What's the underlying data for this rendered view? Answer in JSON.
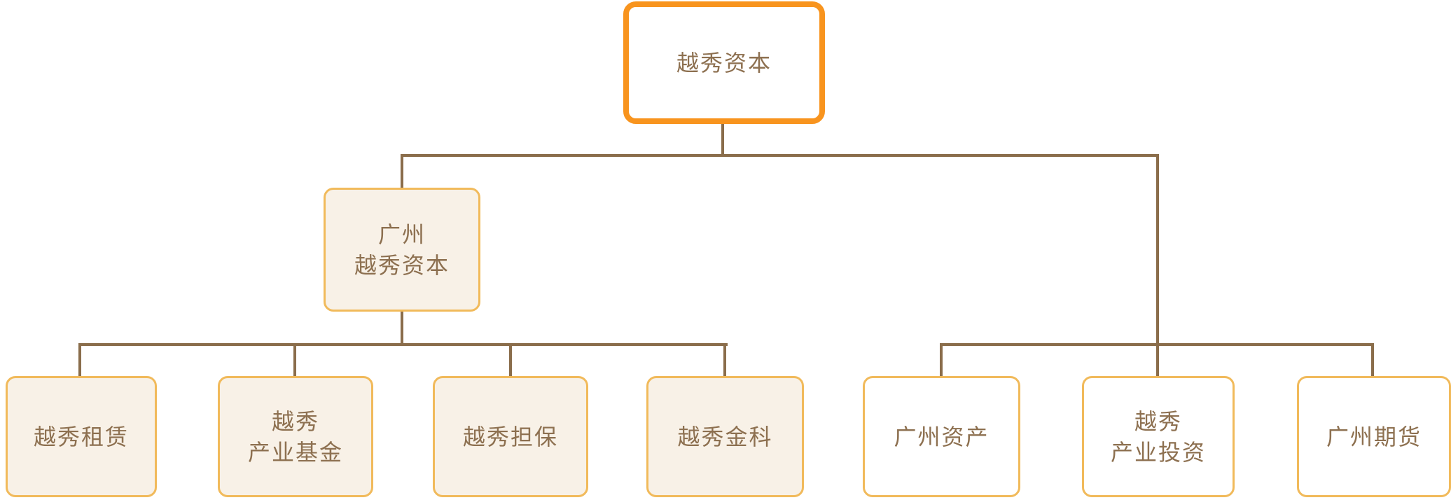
{
  "diagram": {
    "type": "org-chart",
    "root": {
      "label": "越秀资本"
    },
    "level2": {
      "label": "广州\n越秀资本",
      "parent": "越秀资本"
    },
    "children_left": [
      {
        "label": "越秀租赁",
        "parent": "广州越秀资本"
      },
      {
        "label": "越秀\n产业基金",
        "parent": "广州越秀资本"
      },
      {
        "label": "越秀担保",
        "parent": "广州越秀资本"
      },
      {
        "label": "越秀金科",
        "parent": "广州越秀资本"
      }
    ],
    "children_right": [
      {
        "label": "广州资产",
        "parent": "越秀资本"
      },
      {
        "label": "越秀\n产业投资",
        "parent": "越秀资本"
      },
      {
        "label": "广州期货",
        "parent": "越秀资本"
      }
    ]
  },
  "colors": {
    "root-border": "#F8941E",
    "node-border": "#F1BA5B",
    "line": "#8A6D4B",
    "text": "#8D7050",
    "fill-cream": "#F8F1E7",
    "fill-white": "#FFFFFF"
  }
}
